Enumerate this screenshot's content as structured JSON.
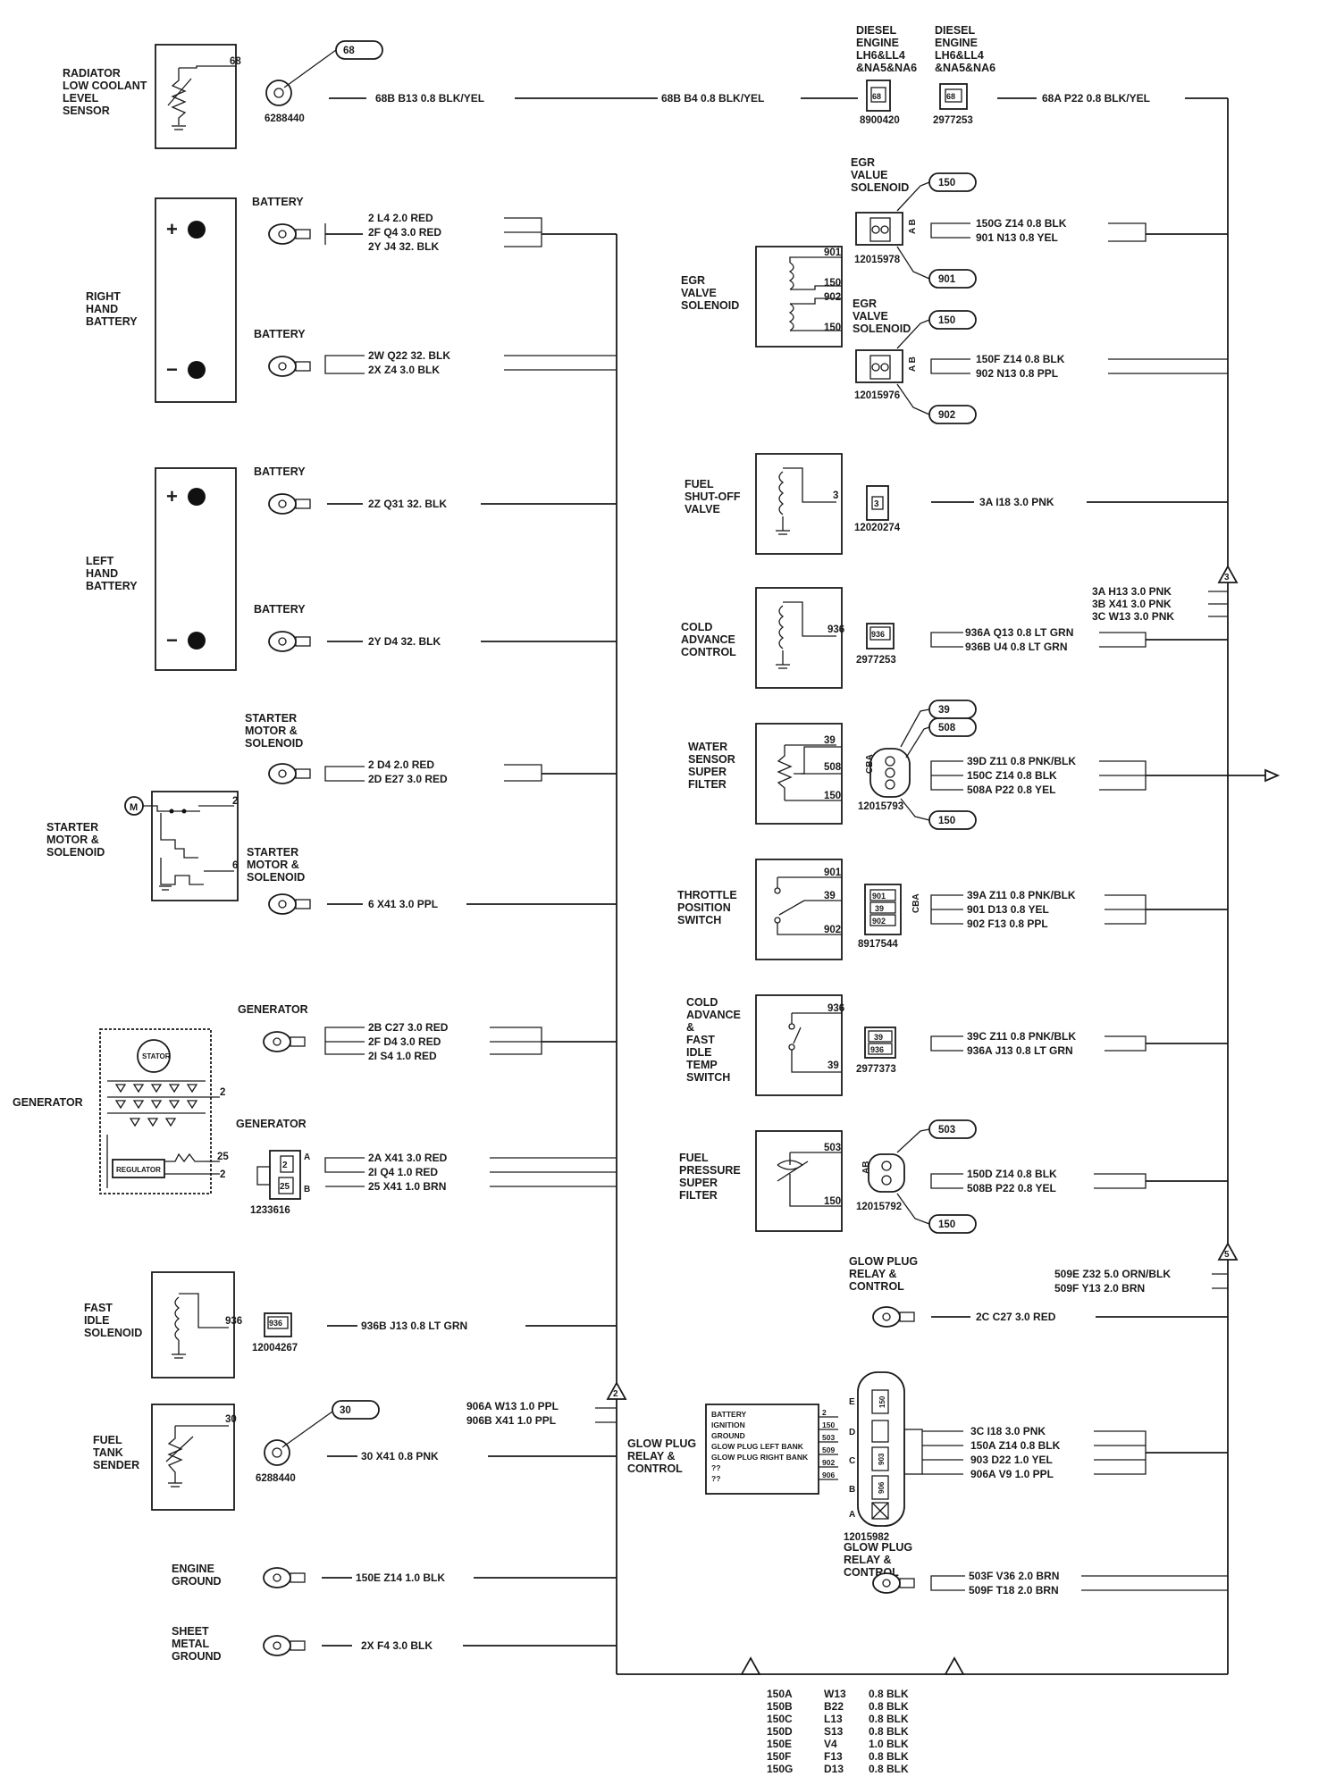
{
  "components": {
    "radiator": "RADIATOR\nLOW COOLANT\nLEVEL\nSENSOR",
    "right_battery": "RIGHT\nHAND\nBATTERY",
    "left_battery": "LEFT\nHAND\nBATTERY",
    "starter": "STARTER\nMOTOR &\nSOLENOID",
    "generator": "GENERATOR",
    "fast_idle": "FAST\nIDLE\nSOLENOID",
    "fuel_tank": "FUEL\nTANK\nSENDER",
    "engine_ground": "ENGINE\nGROUND",
    "sheet_metal_ground": "SHEET\nMETAL\nGROUND",
    "diesel_1": "DIESEL\nENGINE\nLH6&LL4\n&NA5&NA6",
    "diesel_2": "DIESEL\nENGINE\nLH6&LL4\n&NA5&NA6",
    "egr_value_solenoid": "EGR\nVALUE\nSOLENOID",
    "egr_valve_solenoid_left": "EGR\nVALVE\nSOLENOID",
    "egr_valve_solenoid_2": "EGR\nVALVE\nSOLENOID",
    "fuel_shutoff": "FUEL\nSHUT-OFF\nVALVE",
    "cold_advance_control": "COLD\nADVANCE\nCONTROL",
    "water_sensor": "WATER\nSENSOR\nSUPER\nFILTER",
    "throttle": "THROTTLE\nPOSITION\nSWITCH",
    "cold_advance_fast_idle": "COLD\nADVANCE\n&\nFAST\nIDLE\nTEMP\nSWITCH",
    "fuel_pressure": "FUEL\nPRESSURE\nSUPER\nFILTER",
    "glow_plug_relay_1": "GLOW PLUG\nRELAY &\nCONTROL",
    "glow_plug_relay_2": "GLOW PLUG\nRELAY &\nCONTROL",
    "glow_plug_relay_3": "GLOW PLUG\nRELAY &\nCONTROL",
    "battery_term": "BATTERY",
    "starter_term": "STARTER\nMOTOR &\nSOLENOID",
    "generator_term": "GENERATOR",
    "regulator": "REGULATOR",
    "stator": "STATOR"
  },
  "part_numbers": {
    "p6288440": "6288440",
    "p8900420": "8900420",
    "p2977253a": "2977253",
    "p12015978": "12015978",
    "p12015976": "12015976",
    "p12020274": "12020274",
    "p2977253b": "2977253",
    "p12015793": "12015793",
    "p8917544": "8917544",
    "p2977373": "2977373",
    "p12015792": "12015792",
    "p1233616": "1233616",
    "p12004267": "12004267",
    "p6288440b": "6288440",
    "p12015982": "12015982"
  },
  "wires": {
    "w68b_b13": "68B   B13   0.8 BLK/YEL",
    "w68b_b4": "68B   B4   0.8 BLK/YEL",
    "w68a_p22": "68A   P22   0.8 BLK/YEL",
    "bat1_a": "2      L4    2.0 RED",
    "bat1_b": "2F     Q4    3.0 RED",
    "bat1_c": "2Y     J4    32. BLK",
    "bat2_a": "2W     Q22   32. BLK",
    "bat2_b": "2X     Z4    3.0 BLK",
    "bat3": "2Z   Q31   32. BLK",
    "bat4": "2Y   D4   32. BLK",
    "st1_a": "2      D4    2.0 RED",
    "st1_b": "2D    E27   3.0 RED",
    "st2": "6   X41   3.0 PPL",
    "gen1_a": "2B   C27   3.0 RED",
    "gen1_b": "2F   D4     3.0 RED",
    "gen1_c": "2I   S4     1.0 RED",
    "gen2_a": "2A   X41   3.0 RED",
    "gen2_b": "2I    Q4    1.0 RED",
    "gen2_c": "25   X41   1.0 BRN",
    "fis": "936B   J13   0.8 LT GRN",
    "tank": "30   X41   0.8 PNK",
    "eng_gnd": "150E   Z14   1.0 BLK",
    "sheet_gnd": "2X   F4   3.0 BLK",
    "egr1_a": "150G   Z14   0.8 BLK",
    "egr1_b": "901    N13   0.8 YEL",
    "egr2_a": "150F   Z14   0.8 BLK",
    "egr2_b": "902    N13   0.8 PPL",
    "fsv": "3A   I18   3.0 PNK",
    "three_a": "3A   H13   3.0 PNK",
    "three_b": "3B   X41   3.0 PNK",
    "three_c": "3C   W13   3.0 PNK",
    "cac_a": "936A   Q13   0.8 LT GRN",
    "cac_b": "936B   U4    0.8 LT GRN",
    "ws_a": "39D    Z11   0.8 PNK/BLK",
    "ws_b": "150C   Z14   0.8 BLK",
    "ws_c": "508A   P22   0.8 YEL",
    "tp_a": "39A    Z11   0.8 PNK/BLK",
    "tp_b": "901    D13   0.8 YEL",
    "tp_c": "902    F13   0.8 PPL",
    "cafi_a": "39C    Z11   0.8 PNK/BLK",
    "cafi_b": "936A   J13   0.8 LT GRN",
    "fp_a": "150D   Z14   0.8 BLK",
    "fp_b": "508B   P22   0.8 YEL",
    "gp509_a": "509E   Z32   5.0 ORN/BLK",
    "gp509_b": "509F   Y13   2.0 BRN",
    "gp2c": "2C   C27   3.0 RED",
    "w906_a": "906A   W13   1.0 PPL",
    "w906_b": "906B   X41   1.0 PPL",
    "gpr_a": "3C     I18   3.0 PNK",
    "gpr_b": "150A   Z14   0.8 BLK",
    "gpr_c": "903    D22   1.0 YEL",
    "gpr_d": "906A   V9    1.0 PPL",
    "gp503_a": "503F   V36   2.0 BRN",
    "gp503_b": "509F   T18   2.0 BRN"
  },
  "ground_table": [
    [
      "150A",
      "W13",
      "0.8 BLK"
    ],
    [
      "150B",
      "B22",
      "0.8 BLK"
    ],
    [
      "150C",
      "L13",
      "0.8 BLK"
    ],
    [
      "150D",
      "S13",
      "0.8 BLK"
    ],
    [
      "150E",
      "V4",
      "1.0 BLK"
    ],
    [
      "150F",
      "F13",
      "0.8 BLK"
    ],
    [
      "150G",
      "D13",
      "0.8 BLK"
    ]
  ],
  "glow_module_lines": [
    "BATTERY",
    "IGNITION",
    "GROUND",
    "GLOW PLUG LEFT BANK",
    "GLOW PLUG RIGHT BANK",
    "??",
    "??"
  ],
  "glow_module_pins": [
    "2",
    "150",
    "503",
    "509",
    "902",
    "906"
  ],
  "glow_conn_letters": [
    "E",
    "D",
    "C",
    "B",
    "A"
  ],
  "glow_conn_cavities": [
    "150",
    "906",
    "903",
    "906"
  ],
  "circuit_tags": {
    "t68": "68",
    "t150a": "150",
    "t901": "901",
    "t150b": "150",
    "t902": "902",
    "t39": "39",
    "t508": "508",
    "t150c": "150",
    "t503": "503",
    "t150d": "150",
    "t30": "30"
  },
  "pin_labels": {
    "p68": "68",
    "p901": "901",
    "p150a": "150",
    "p902": "902",
    "p150b": "150",
    "p3": "3",
    "p936a": "936",
    "p39a": "39",
    "p508": "508",
    "p150c": "150",
    "p901b": "901",
    "p39b": "39",
    "p902b": "902",
    "p936b": "936",
    "p39c": "39",
    "p503": "503",
    "p150d": "150",
    "p936c": "936",
    "p30": "30",
    "gen2": "2",
    "gen25": "25",
    "gen2b": "2",
    "st2": "2",
    "st6": "6"
  },
  "cavities": {
    "c68a": "68",
    "c68b": "68",
    "c3": "3",
    "c936": "936",
    "c936b": "936",
    "c901": "901",
    "c39": "39",
    "c902": "902",
    "c39b": "39",
    "c936c": "936",
    "c2": "2",
    "c25": "25"
  },
  "conn_letters": {
    "ab": "A B",
    "cba": "CBA",
    "ab2": "AB",
    "a": "A",
    "b": "B"
  },
  "battery_symbols": {
    "plus": "+",
    "minus": "−"
  }
}
